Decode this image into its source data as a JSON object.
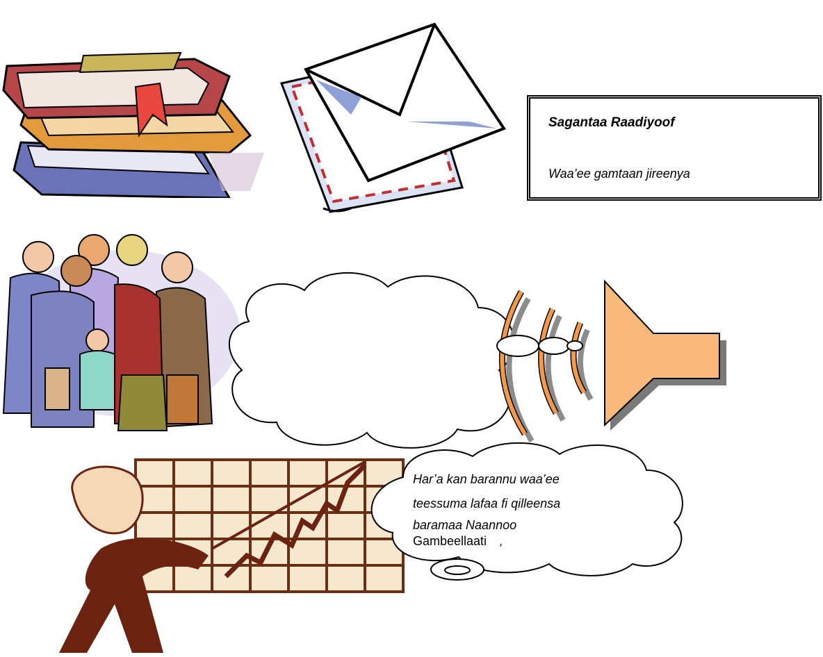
{
  "title_box": {
    "heading": "Sagantaa Raadiyoof",
    "subtitle": "Waa’ee gamtaan jireenya"
  },
  "speech_cloud": {
    "lines": [
      "Har’a kan barannu waa’ee",
      "teessuma lafaa fi qilleensa",
      "baramaa Naannoo",
      "Gambeellaati"
    ],
    "trailing_mark": "‚"
  },
  "icons": {
    "books": "books-icon",
    "mail": "envelope-icon",
    "crowd": "people-group-icon",
    "speaker": "loudspeaker-icon",
    "presenter": "presenter-chart-icon"
  },
  "colors": {
    "speaker_fill": "#f9b97a",
    "wave_orange": "#f39a4a",
    "chart_fill": "#f6e7cf",
    "chart_lines": "#6a2e14",
    "suit_brown": "#6b2310"
  }
}
